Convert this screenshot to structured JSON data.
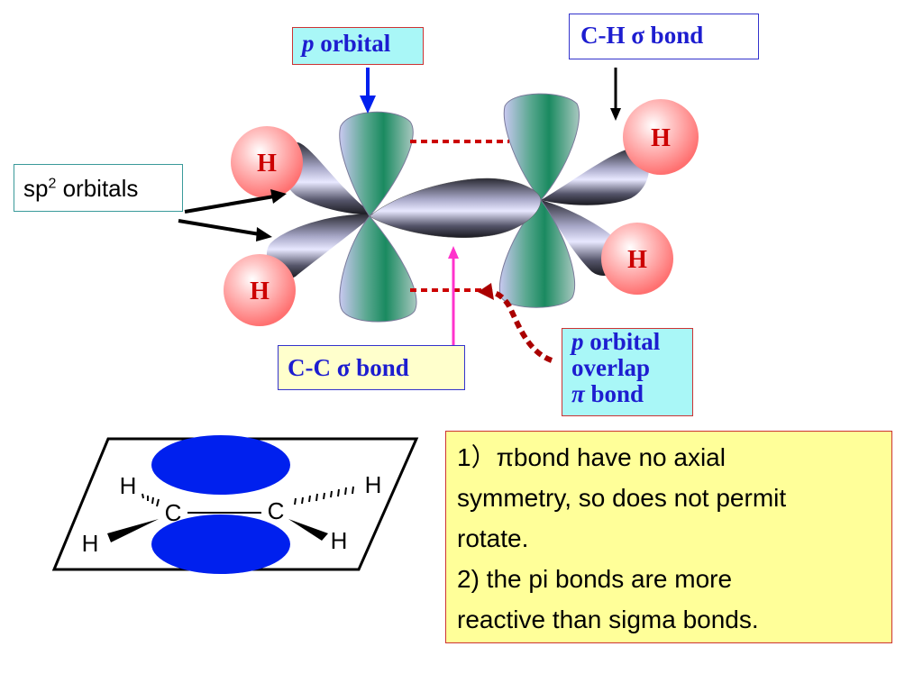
{
  "labels": {
    "p_orbital_italic": "p",
    "p_orbital_text": " orbital",
    "ch_sigma": "C-H σ bond",
    "sp2_base": "sp",
    "sp2_sup": "2",
    "sp2_rest": " orbitals",
    "cc_sigma": "C-C σ bond",
    "overlap_line1_italic": "p",
    "overlap_line1_rest": " orbital",
    "overlap_line2": "overlap",
    "overlap_line3_italic": "π",
    "overlap_line3_rest": " bond",
    "hydrogen": "H",
    "carbon": "C"
  },
  "notes": {
    "line1": "1）πbond have no axial",
    "line2": "symmetry, so does not permit",
    "line3": "rotate.",
    "line4": "2) the pi bonds are more",
    "line5": "reactive than sigma bonds."
  },
  "colors": {
    "p_orbital_box": "#a9f7f7",
    "sigma_box": "#ffffcc",
    "notes_box": "#ffff99",
    "label_blue": "#1d1dd0",
    "pi_lobe": "#0020ee",
    "hydrogen": "#ff8080",
    "dotted_red": "#cc0000",
    "pink_arrow": "#ff33cc"
  }
}
